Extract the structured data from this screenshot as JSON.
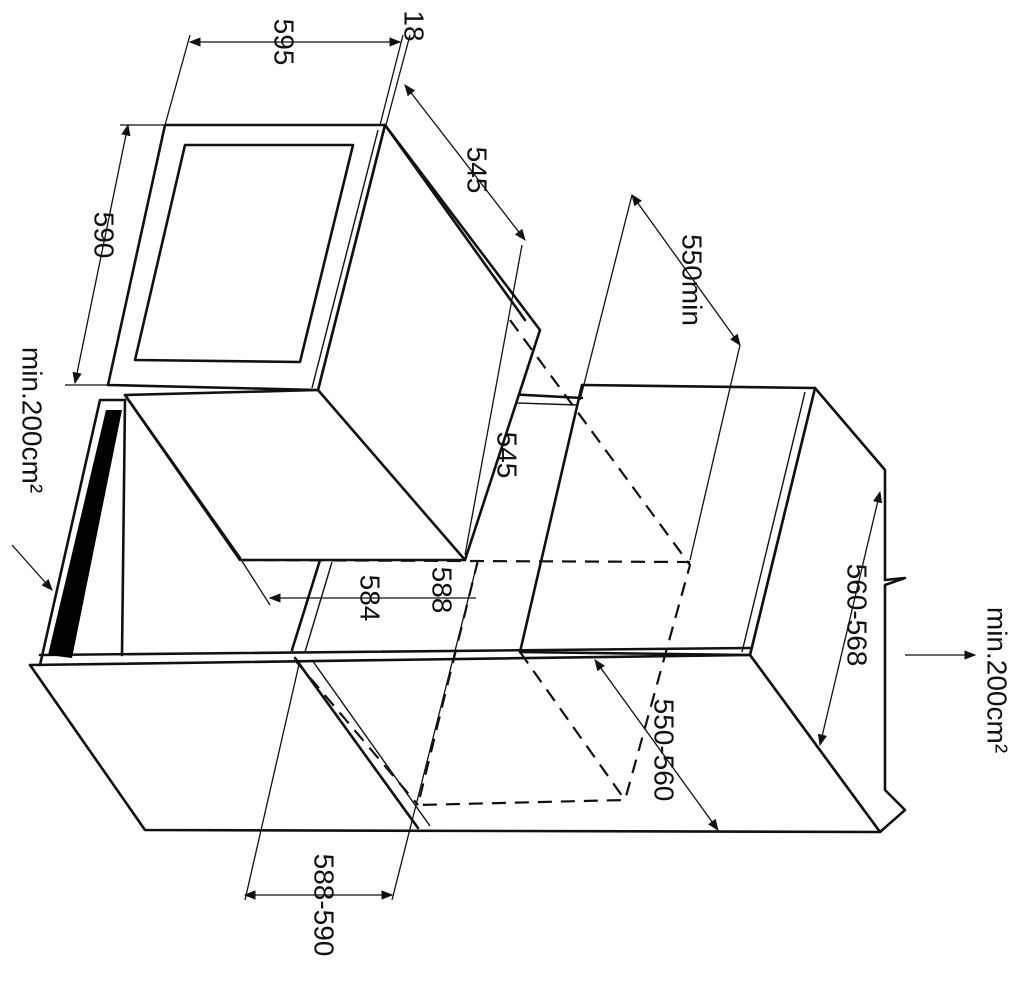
{
  "colors": {
    "line": "#111111",
    "background": "#ffffff",
    "vent": "#000000"
  },
  "dimensions": {
    "oven_width": "595",
    "panel_thickness": "18",
    "oven_depth_top": "545",
    "oven_height": "590",
    "cavity_depth_min": "550min",
    "oven_body_depth": "545",
    "vent_area_left": "min.200cm²",
    "inner_height": "588",
    "body_height": "584",
    "cabinet_width": "560-568",
    "vent_area_right": "min.200cm²",
    "cavity_depth": "550-560",
    "cavity_height": "588-590"
  }
}
